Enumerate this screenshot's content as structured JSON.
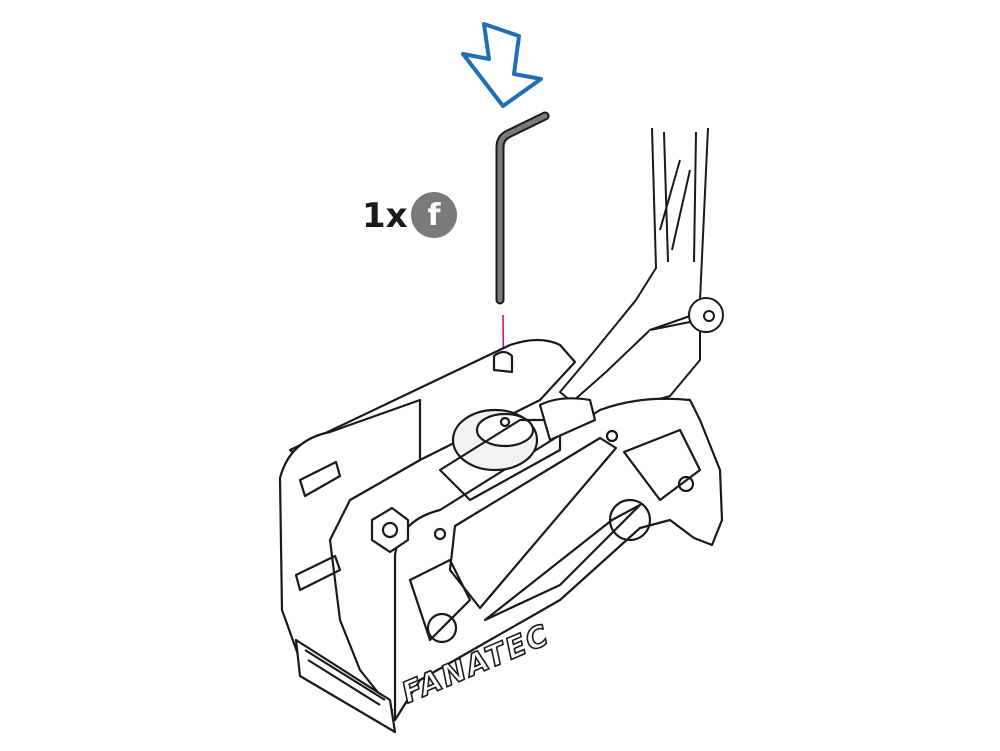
{
  "callout": {
    "quantity": "1x",
    "part_letter": "f",
    "badge_color": "#7a7a7a"
  },
  "logo": {
    "text": "FANATEC"
  },
  "colors": {
    "arrow": "#1f6fb5",
    "guide_line": "#c0189a",
    "outline": "#1a1a1a"
  },
  "icons": {
    "arrow": "down-arrow-icon",
    "tool": "hex-key-icon"
  }
}
